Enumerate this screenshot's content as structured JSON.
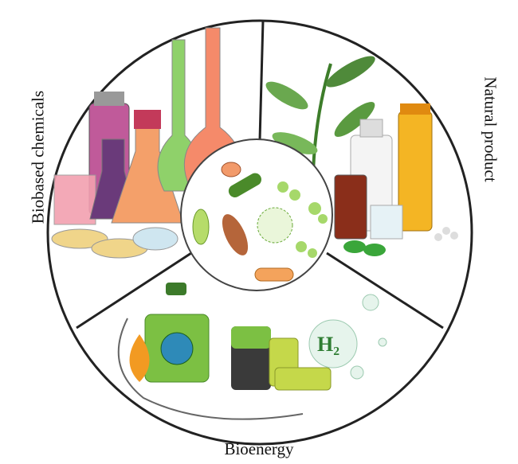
{
  "sections": {
    "biobased_chemicals": "Biobased chemicals",
    "natural_product": "Natural product",
    "bioenergy": "Bioenergy"
  },
  "hydrogen_label": "H₂",
  "colors": {
    "outline": "#222222",
    "green": "#4caf50",
    "orange": "#f4a35c",
    "purple": "#7b3f8f"
  }
}
